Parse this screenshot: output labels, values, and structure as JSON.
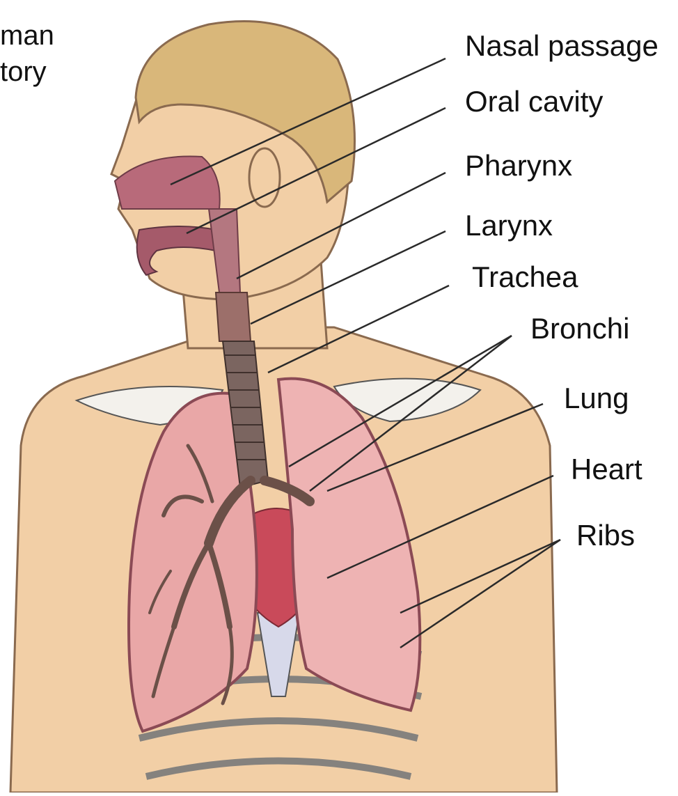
{
  "corner_text": [
    "man",
    "tory"
  ],
  "labels": {
    "nasal_passage": "Nasal passage",
    "oral_cavity": "Oral cavity",
    "pharynx": "Pharynx",
    "larynx": "Larynx",
    "trachea": "Trachea",
    "bronchi": "Bronchi",
    "lung": "Lung",
    "heart": "Heart",
    "ribs": "Ribs"
  },
  "colors": {
    "skin": "#f2cfa6",
    "hair": "#d9b77a",
    "lung": "#e9a7a7",
    "lung_dark": "#c96c78",
    "airway": "#8a6f68",
    "heart": "#c94a5a",
    "bone": "#f3f1ec",
    "leader_line": "#2a2a2a"
  }
}
